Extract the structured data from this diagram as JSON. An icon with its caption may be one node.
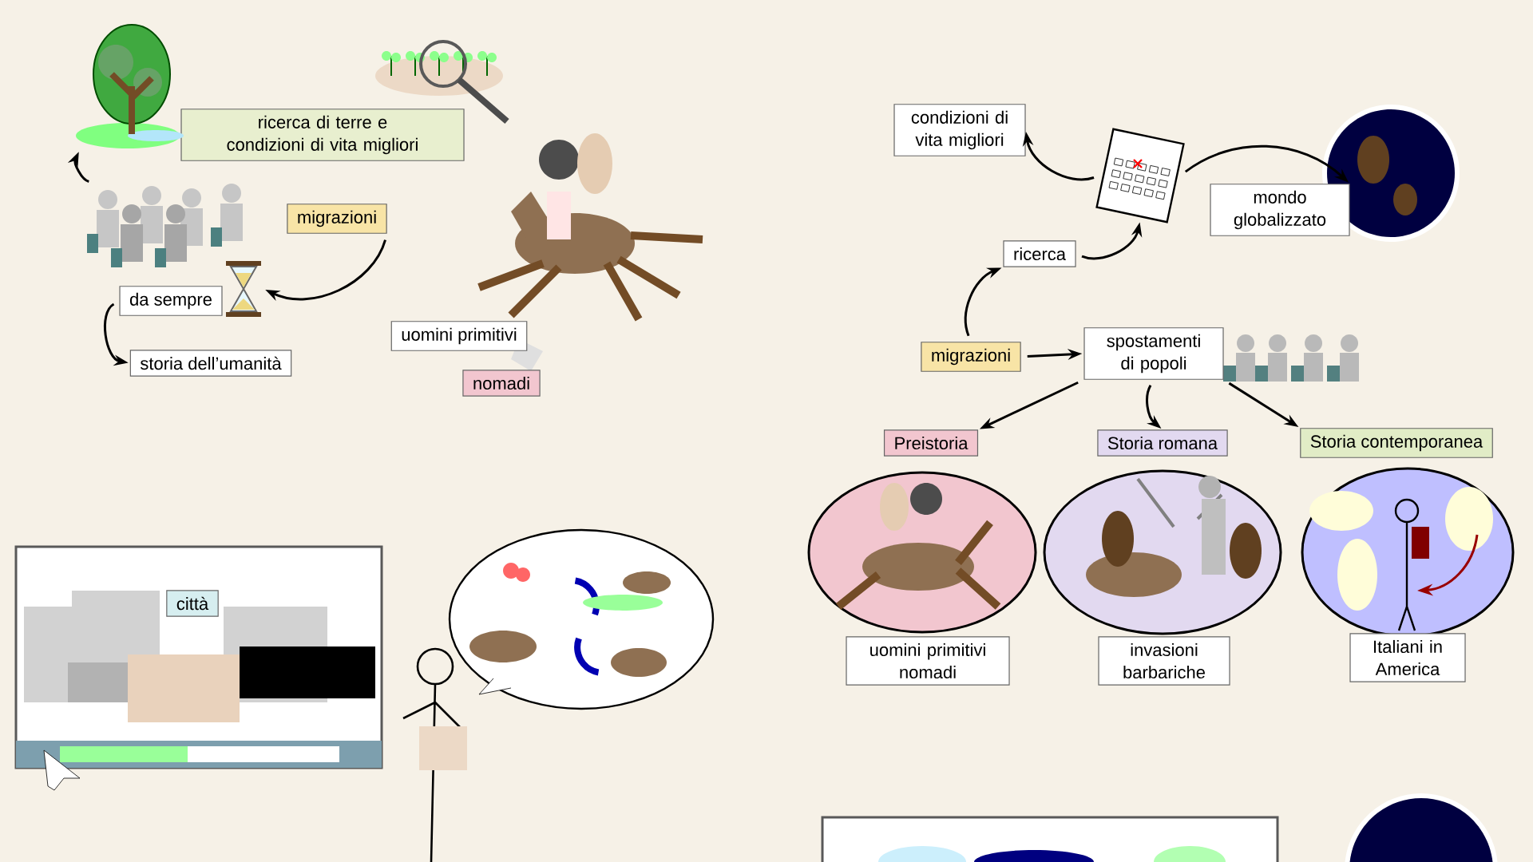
{
  "diagram": {
    "nodes": [
      {
        "text": [
          "ricerca di terre e condizioni di vita migliori"
        ]
      },
      {
        "text": [
          "migrazioni"
        ]
      },
      {
        "text": [
          "da sempre"
        ]
      },
      {
        "text": [
          "storia dell’umanità"
        ]
      },
      {
        "text": [
          "uomini primitivi"
        ]
      },
      {
        "text": [
          "nomadi"
        ]
      },
      {
        "text": [
          "città"
        ]
      },
      {
        "text": [
          "condizioni di vita migliori"
        ]
      },
      {
        "text": [
          "ricerca"
        ]
      },
      {
        "text": [
          "mondo globalizzato"
        ]
      },
      {
        "text": [
          "migrazioni"
        ]
      },
      {
        "text": [
          "spostamenti di popoli"
        ]
      },
      {
        "text": [
          "Preistoria"
        ]
      },
      {
        "text": [
          "Storia romana"
        ]
      },
      {
        "text": [
          "Storia contemporanea"
        ]
      },
      {
        "text": [
          "uomini primitivi nomadi"
        ]
      },
      {
        "text": [
          "invasioni barbariche"
        ]
      },
      {
        "text": [
          "Italiani in America"
        ]
      },
      {
        "text": [],
        "shape": "picture"
      },
      {
        "text": [],
        "shape": "picture"
      },
      {
        "text": [],
        "shape": "picture"
      },
      {
        "text": [],
        "shape": "picture"
      }
    ],
    "edges": [
      {
        "from": 19,
        "to": 18,
        "arrow": "to"
      },
      {
        "from": 1,
        "to": 20,
        "arrow": "to"
      },
      {
        "from": 2,
        "to": 3,
        "arrow": "to"
      },
      {
        "from": 21,
        "to": 7,
        "arrow": "to"
      },
      {
        "from": 21,
        "to": 9,
        "arrow": "to"
      },
      {
        "from": 8,
        "to": 21,
        "arrow": "to"
      },
      {
        "from": 10,
        "to": 8,
        "arrow": "to"
      },
      {
        "from": 10,
        "to": 11,
        "arrow": "to"
      },
      {
        "from": 11,
        "to": 12,
        "arrow": "to"
      },
      {
        "from": 11,
        "to": 13,
        "arrow": "to"
      },
      {
        "from": 11,
        "to": 14,
        "arrow": "to"
      }
    ]
  }
}
